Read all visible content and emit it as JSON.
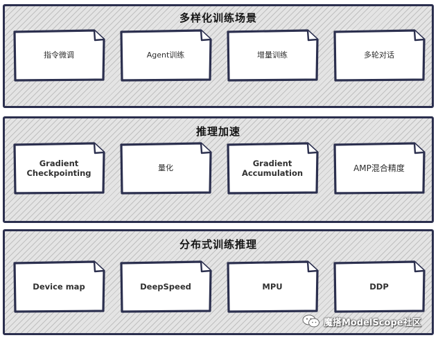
{
  "sections": [
    {
      "title": "多样化训练场景",
      "cards": [
        "指令微调",
        "Agent训练",
        "增量训练",
        "多轮对话"
      ]
    },
    {
      "title": "推理加速",
      "cards": [
        "Gradient Checkpointing",
        "量化",
        "Gradient Accumulation",
        "AMP混合精度"
      ]
    },
    {
      "title": "分布式训练推理",
      "cards": [
        "Device map",
        "DeepSpeed",
        "MPU",
        "DDP"
      ]
    }
  ],
  "watermark": {
    "text": "魔搭ModelScope社区",
    "icon": "wechat-icon"
  },
  "colors": {
    "frame": "#2b2f4e",
    "band_fill": "#e4e4e4",
    "card_fill": "#ffffff"
  }
}
